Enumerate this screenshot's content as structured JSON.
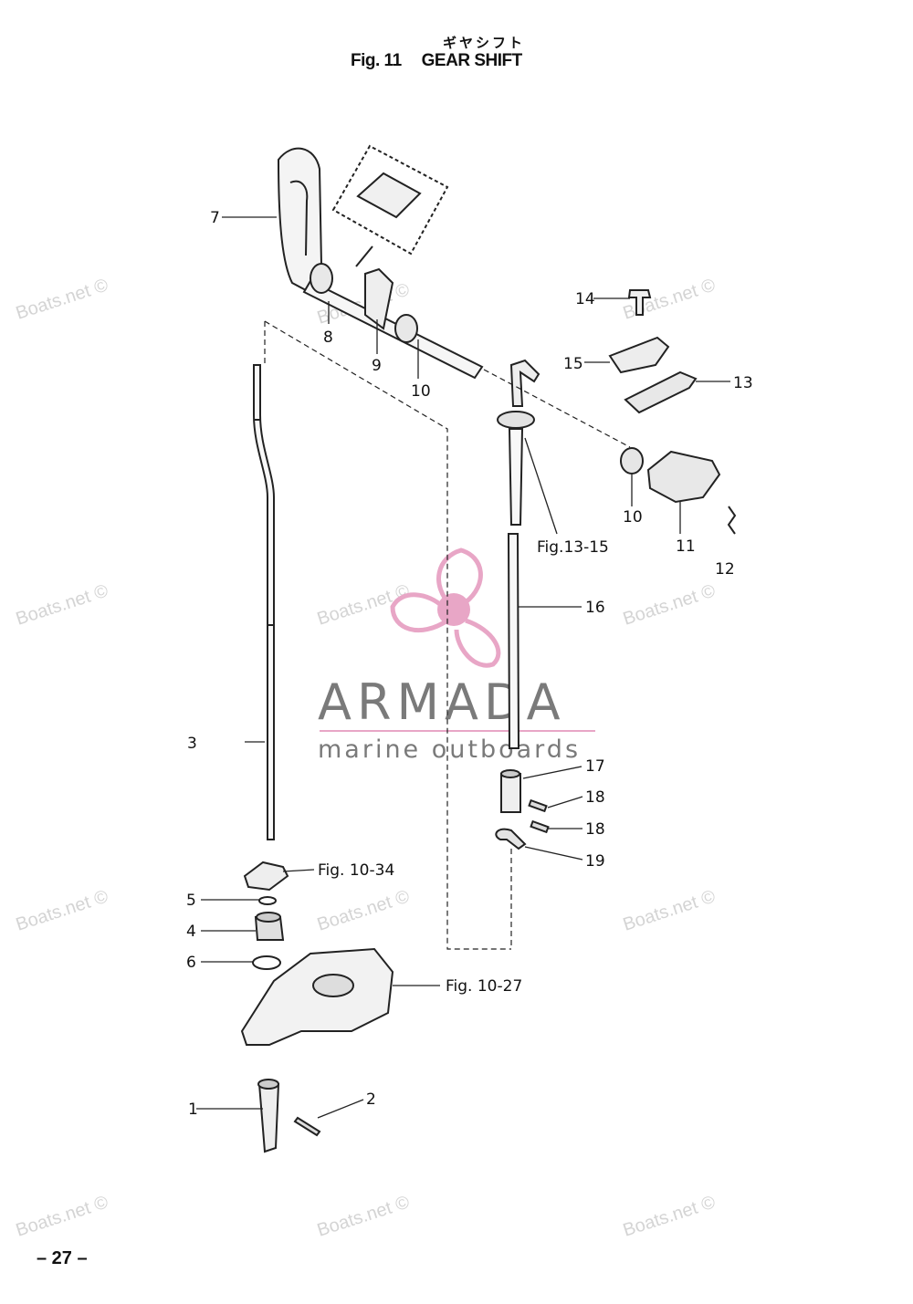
{
  "header": {
    "title_jp": "ギヤシフト",
    "fig_number": "Fig. 11",
    "fig_title": "GEAR SHIFT"
  },
  "page_number": "– 27 –",
  "watermark": {
    "text": "Boats.net ©",
    "brand": "ARMADA",
    "tagline": "marine outboards",
    "brand_color": "#e8a6c6",
    "text_color": "#7a7a7a"
  },
  "callouts": [
    {
      "id": "1",
      "label": "1"
    },
    {
      "id": "2",
      "label": "2"
    },
    {
      "id": "3",
      "label": "3"
    },
    {
      "id": "4",
      "label": "4"
    },
    {
      "id": "5",
      "label": "5"
    },
    {
      "id": "6",
      "label": "6"
    },
    {
      "id": "7",
      "label": "7"
    },
    {
      "id": "8",
      "label": "8"
    },
    {
      "id": "9",
      "label": "9"
    },
    {
      "id": "10a",
      "label": "10"
    },
    {
      "id": "10b",
      "label": "10"
    },
    {
      "id": "11",
      "label": "11"
    },
    {
      "id": "12",
      "label": "12"
    },
    {
      "id": "13",
      "label": "13"
    },
    {
      "id": "14",
      "label": "14"
    },
    {
      "id": "15",
      "label": "15"
    },
    {
      "id": "16",
      "label": "16"
    },
    {
      "id": "17",
      "label": "17"
    },
    {
      "id": "18a",
      "label": "18"
    },
    {
      "id": "18b",
      "label": "18"
    },
    {
      "id": "19",
      "label": "19"
    }
  ],
  "references": [
    {
      "id": "fig-13-15",
      "label": "Fig.13-15"
    },
    {
      "id": "fig-10-34",
      "label": "Fig. 10-34"
    },
    {
      "id": "fig-10-27",
      "label": "Fig. 10-27"
    }
  ]
}
